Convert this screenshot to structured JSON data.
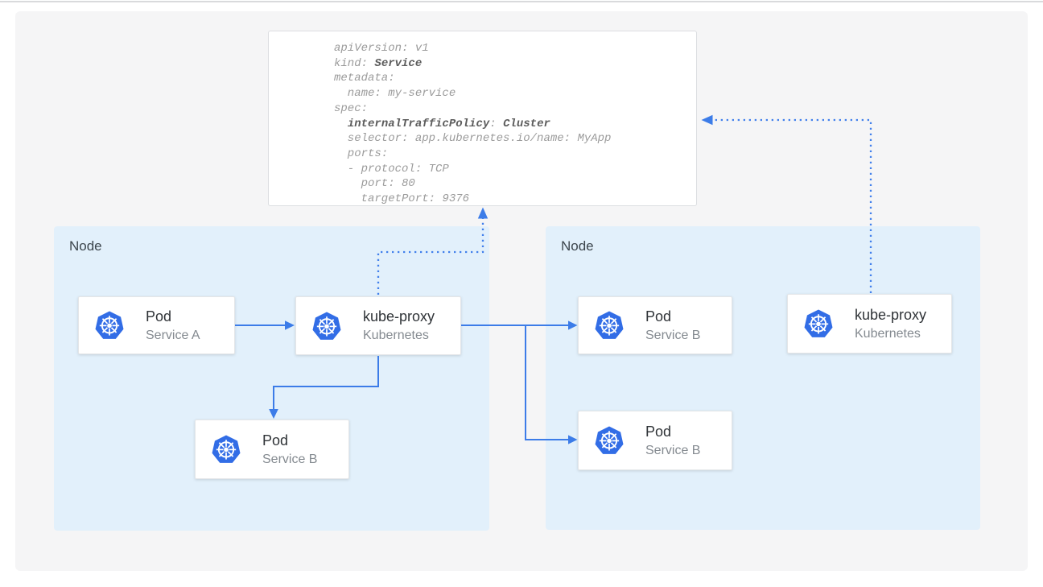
{
  "yaml_card": {
    "lines": [
      [
        {
          "text": "apiVersion: v1",
          "bold": false
        }
      ],
      [
        {
          "text": "kind: ",
          "bold": false
        },
        {
          "text": "Service",
          "bold": true
        }
      ],
      [
        {
          "text": "metadata:",
          "bold": false
        }
      ],
      [
        {
          "text": "  name: my-service",
          "bold": false
        }
      ],
      [
        {
          "text": "spec:",
          "bold": false
        }
      ],
      [
        {
          "text": "  ",
          "bold": false
        },
        {
          "text": "internalTrafficPolicy",
          "bold": true
        },
        {
          "text": ": ",
          "bold": false
        },
        {
          "text": "Cluster",
          "bold": true
        }
      ],
      [
        {
          "text": "  selector: app.kubernetes.io/name: MyApp",
          "bold": false
        }
      ],
      [
        {
          "text": "  ports:",
          "bold": false
        }
      ],
      [
        {
          "text": "  - protocol: TCP",
          "bold": false
        }
      ],
      [
        {
          "text": "    port: 80",
          "bold": false
        }
      ],
      [
        {
          "text": "    targetPort: 9376",
          "bold": false
        }
      ]
    ]
  },
  "nodes": {
    "left": {
      "label": "Node"
    },
    "right": {
      "label": "Node"
    }
  },
  "cards": [
    {
      "id": "pod-service-a",
      "title": "Pod",
      "subtitle": "Service A",
      "icon": "kubernetes-icon"
    },
    {
      "id": "kube-proxy-left",
      "title": "kube-proxy",
      "subtitle": "Kubernetes",
      "icon": "kubernetes-icon"
    },
    {
      "id": "pod-service-b-left",
      "title": "Pod",
      "subtitle": "Service B",
      "icon": "kubernetes-icon"
    },
    {
      "id": "pod-service-b-right1",
      "title": "Pod",
      "subtitle": "Service B",
      "icon": "kubernetes-icon"
    },
    {
      "id": "pod-service-b-right2",
      "title": "Pod",
      "subtitle": "Service B",
      "icon": "kubernetes-icon"
    },
    {
      "id": "kube-proxy-right",
      "title": "kube-proxy",
      "subtitle": "Kubernetes",
      "icon": "kubernetes-icon"
    }
  ],
  "connections": [
    {
      "from": "pod-service-a",
      "to": "kube-proxy-left",
      "style": "solid-arrow"
    },
    {
      "from": "kube-proxy-left",
      "to": "pod-service-b-left",
      "style": "solid-arrow"
    },
    {
      "from": "kube-proxy-left",
      "to": "pod-service-b-right1",
      "style": "solid-arrow"
    },
    {
      "from": "kube-proxy-left",
      "to": "pod-service-b-right2",
      "style": "solid-arrow"
    },
    {
      "from": "kube-proxy-left",
      "to": "service-yaml",
      "style": "dotted-arrow"
    },
    {
      "from": "kube-proxy-right",
      "to": "service-yaml",
      "style": "dotted-arrow"
    }
  ],
  "colors": {
    "arrow_blue": "#3c7ce8",
    "dotted_blue": "#4280ec",
    "kubernetes_blue": "#326de6",
    "node_fill": "#e2f0fb",
    "canvas_bg": "#f5f5f6",
    "card_border": "#e4e6e8",
    "code_gray": "#9b9b9b",
    "code_bold_gray": "#5c5c5c"
  }
}
